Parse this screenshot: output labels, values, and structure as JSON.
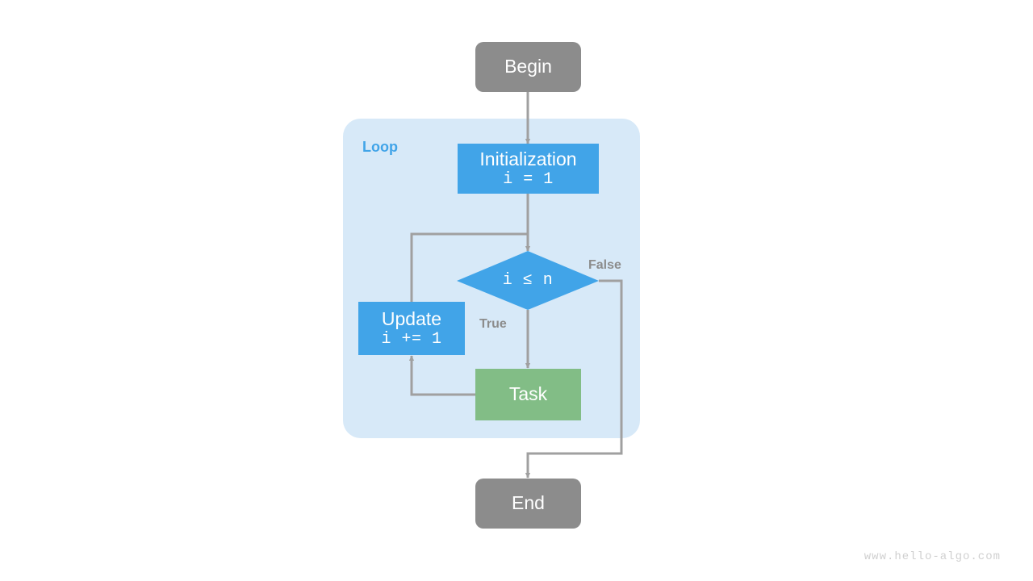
{
  "diagram": {
    "title": "for-loop-flowchart",
    "colors": {
      "terminal": "#8c8c8c",
      "process": "#41a4e8",
      "task": "#82bd86",
      "group_bg": "#d7e9f8",
      "group_label": "#41a4e8",
      "edge": "#a0a0a0",
      "node_text": "#ffffff",
      "edge_label": "#8c8c8c",
      "watermark": "#d0d0d0",
      "background": "#ffffff"
    },
    "group": {
      "label": "Loop"
    },
    "nodes": {
      "begin": {
        "label": "Begin",
        "shape": "rounded-rect",
        "fill": "#8c8c8c"
      },
      "initialization": {
        "label": "Initialization",
        "code": "i = 1",
        "shape": "rect",
        "fill": "#41a4e8"
      },
      "condition": {
        "code": "i ≤ n",
        "shape": "diamond",
        "fill": "#41a4e8"
      },
      "update": {
        "label": "Update",
        "code": "i += 1",
        "shape": "rect",
        "fill": "#41a4e8"
      },
      "task": {
        "label": "Task",
        "shape": "rect",
        "fill": "#82bd86"
      },
      "end": {
        "label": "End",
        "shape": "rounded-rect",
        "fill": "#8c8c8c"
      }
    },
    "edges": [
      {
        "from": "begin",
        "to": "initialization",
        "label": ""
      },
      {
        "from": "initialization",
        "to": "condition",
        "label": ""
      },
      {
        "from": "condition",
        "to": "task",
        "label": "True"
      },
      {
        "from": "condition",
        "to": "end",
        "label": "False"
      },
      {
        "from": "task",
        "to": "update",
        "label": ""
      },
      {
        "from": "update",
        "to": "condition",
        "label": ""
      }
    ],
    "edge_labels": {
      "true": "True",
      "false": "False"
    },
    "watermark": "www.hello-algo.com"
  }
}
